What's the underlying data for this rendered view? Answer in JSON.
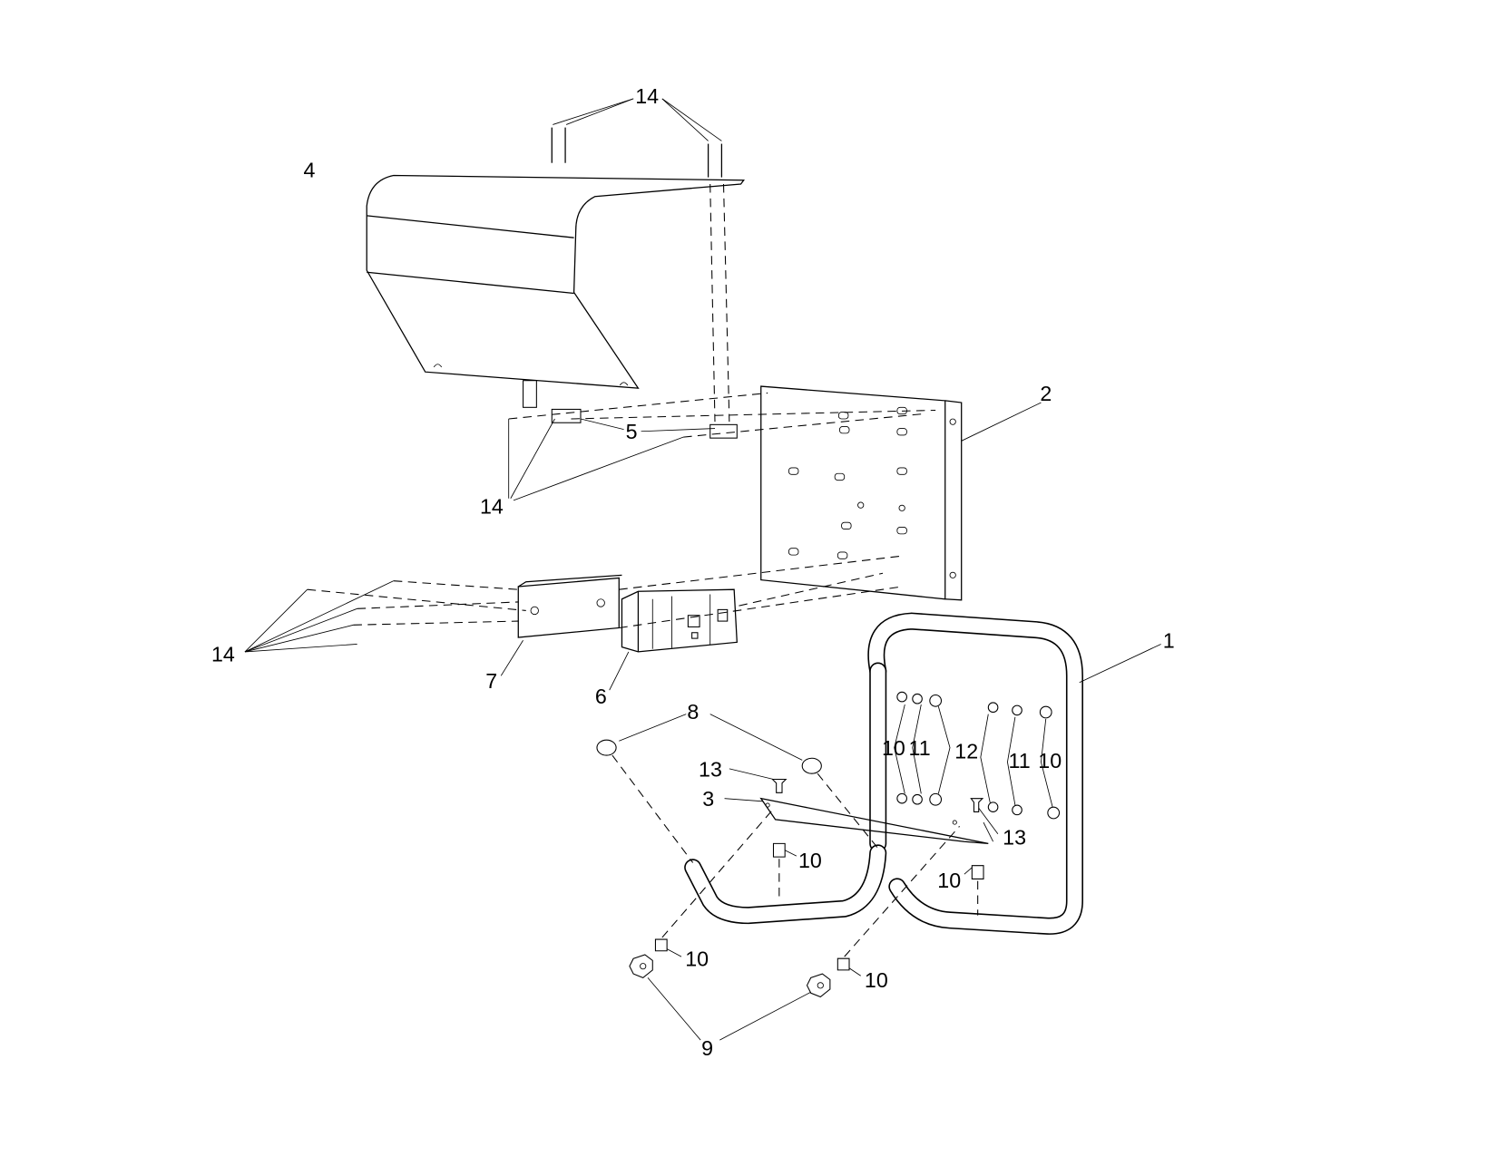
{
  "diagram": {
    "type": "exploded parts diagram",
    "callouts": {
      "c14_top": "14",
      "c4": "4",
      "c2": "2",
      "c5": "5",
      "c14_mid": "14",
      "c14_left": "14",
      "c7": "7",
      "c6": "6",
      "c1": "1",
      "c8": "8",
      "c13_a": "13",
      "c3": "3",
      "c10_a": "10",
      "c11_a": "11",
      "c12": "12",
      "c11_b": "11",
      "c10_b": "10",
      "c13_b": "13",
      "c10_c": "10",
      "c10_d": "10",
      "c10_e": "10",
      "c10_f": "10",
      "c9": "9"
    }
  }
}
